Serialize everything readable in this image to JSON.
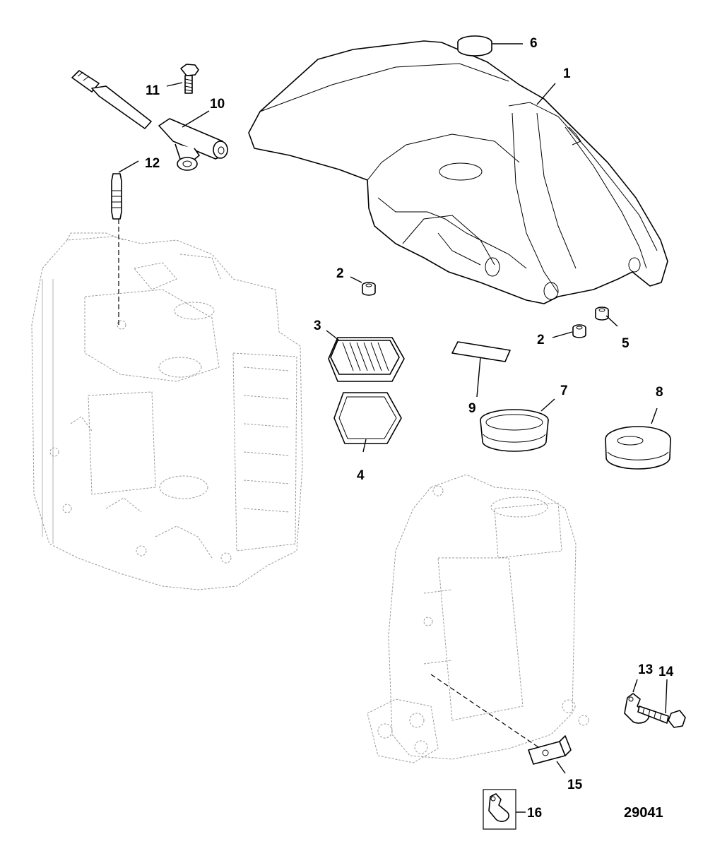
{
  "diagram": {
    "callouts": [
      "1",
      "2",
      "2",
      "3",
      "4",
      "5",
      "6",
      "7",
      "8",
      "9",
      "10",
      "11",
      "12",
      "13",
      "14",
      "15",
      "16"
    ],
    "figure_number": "29041"
  }
}
